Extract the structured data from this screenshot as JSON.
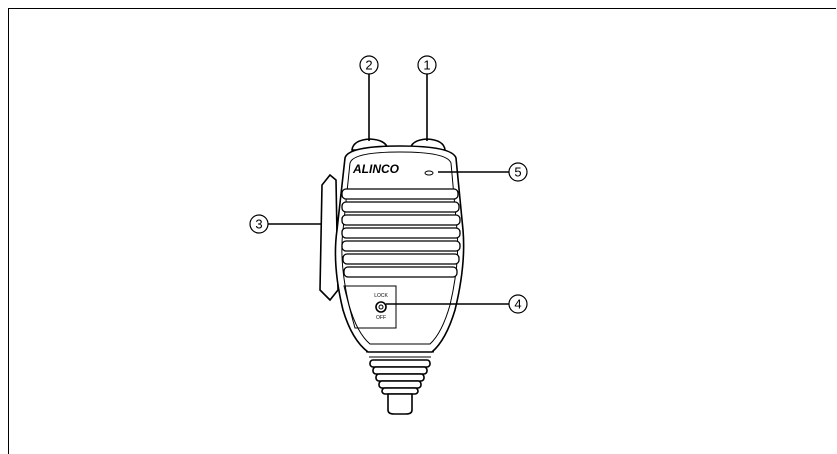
{
  "brand_label": "ALINCO",
  "switch": {
    "top_label": "LOCK",
    "bottom_label": "OFF"
  },
  "callouts": [
    {
      "id": "1",
      "label": "1"
    },
    {
      "id": "2",
      "label": "2"
    },
    {
      "id": "3",
      "label": "3"
    },
    {
      "id": "4",
      "label": "4"
    },
    {
      "id": "5",
      "label": "5"
    }
  ]
}
